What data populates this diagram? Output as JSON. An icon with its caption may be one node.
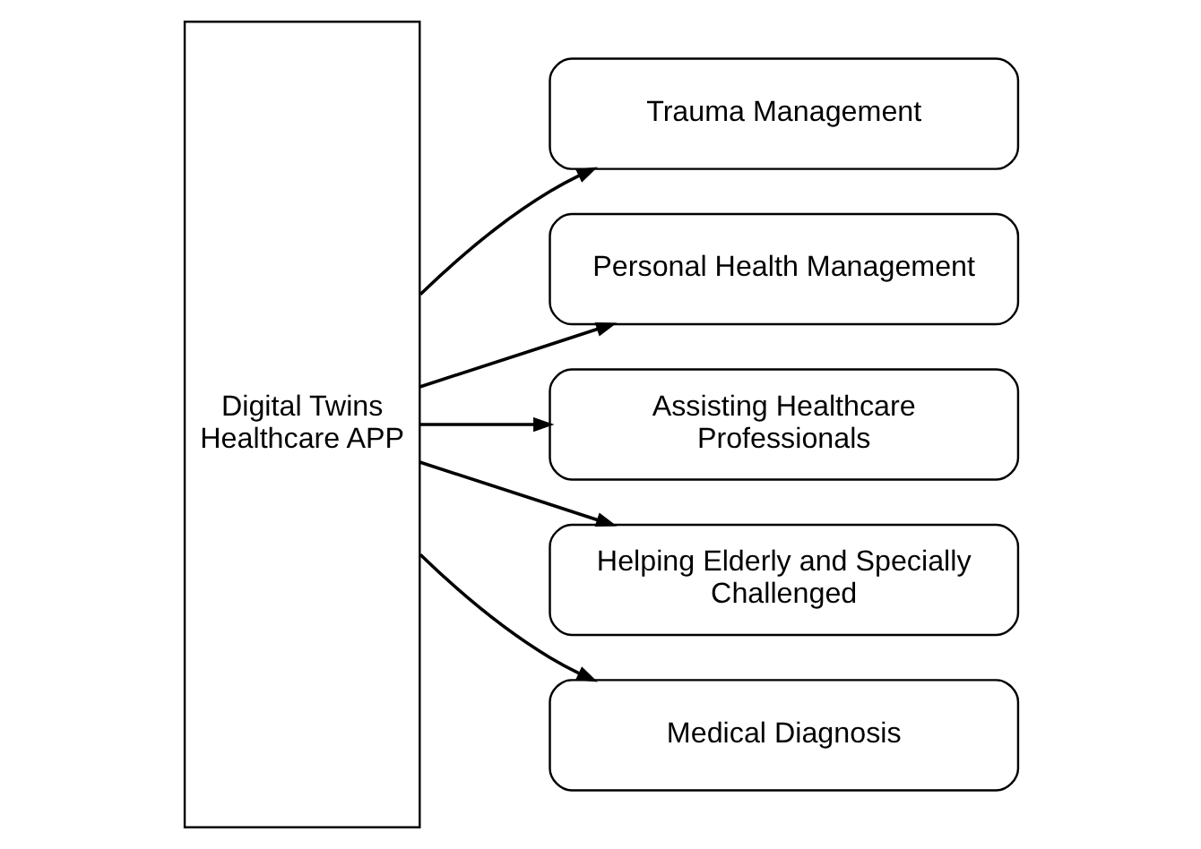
{
  "diagram": {
    "nodes": [
      {
        "text": [
          "Digital Twins Healthcare APP"
        ]
      },
      {
        "text": [
          "Trauma Management"
        ]
      },
      {
        "text": [
          "Personal Health Management"
        ]
      },
      {
        "text": [
          "Assisting Healthcare Professionals"
        ]
      },
      {
        "text": [
          "Helping Elderly and Specially Challenged"
        ]
      },
      {
        "text": [
          "Medical Diagnosis"
        ]
      }
    ],
    "edges": [
      {
        "from": 0,
        "to": 1,
        "arrow": "to"
      },
      {
        "from": 0,
        "to": 2,
        "arrow": "to"
      },
      {
        "from": 0,
        "to": 3,
        "arrow": "to"
      },
      {
        "from": 0,
        "to": 4,
        "arrow": "to"
      },
      {
        "from": 0,
        "to": 5,
        "arrow": "to"
      }
    ]
  }
}
